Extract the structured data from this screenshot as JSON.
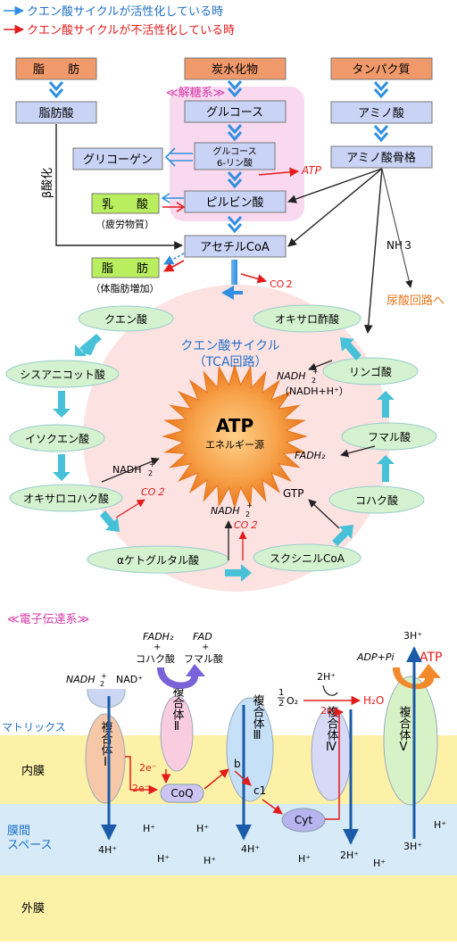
{
  "legend": {
    "active": "クエン酸サイクルが活性化している時",
    "inactive": "クエン酸サイクルが不活性化している時"
  },
  "colors": {
    "source_box": "#f0996a",
    "pathway_box": "#c9d3f5",
    "green_box": "#b9ef5e",
    "cycle_node": "#d4f2cf",
    "glycolysis_bg": "#f9d9ef",
    "cycle_bg": "#fde2e2",
    "active_arrow": "#2f8fe0",
    "inactive_arrow": "#e31b1b",
    "inner_membrane": "#fdf1a8",
    "intermembrane": "#d6ebf7",
    "outer_membrane": "#fdf1a8"
  },
  "metabolism": {
    "fat": "脂　　肪",
    "carb": "炭水化物",
    "protein": "タンパク質",
    "fatty_acid": "脂肪酸",
    "glycolysis_label": "≪解糖系≫",
    "glucose": "グルコース",
    "g6p_line1": "グルコース",
    "g6p_line2": "6-リン酸",
    "glycogen": "グリコーゲン",
    "atp": "ATP",
    "pyruvate": "ピルビン酸",
    "lactate": "乳　　酸",
    "lactate_note": "（疲労物質）",
    "acetyl": "アセチルCoA",
    "fat2": "脂　　肪",
    "fat2_note": "（体脂肪増加）",
    "amino_acid": "アミノ酸",
    "amino_skeleton": "アミノ酸骨格",
    "beta_oxidation": "β酸化",
    "nh3": "NH３",
    "urea": "尿酸回路へ",
    "co2": "CO２"
  },
  "tca": {
    "title1": "クエン酸サイクル",
    "title2": "（TCA回路）",
    "center_main": "ATP",
    "center_sub": "エネルギー源",
    "nodes": {
      "citrate": "クエン酸",
      "cis_aconitate": "シスアニコット酸",
      "isocitrate": "イソクエン酸",
      "oxalosuccinate": "オキサロコハク酸",
      "ketoglutarate": "αケトグルタル酸",
      "succinyl": "スクシニルCoA",
      "succinate": "コハク酸",
      "fumarate": "フマル酸",
      "malate": "リンゴ酸",
      "oxaloacetate": "オキサロ酢酸"
    },
    "nadh": "NADH",
    "nadh_note": "（NADH+H⁺）",
    "fadh2": "FADH₂",
    "gtp": "GTP",
    "co2": "CO２"
  },
  "etc": {
    "title": "≪電子伝達系≫",
    "fadh2": "FADH₂",
    "fad": "FAD",
    "succinate": "コハク酸",
    "fumarate": "フマル酸",
    "nadh": "NADH",
    "nad": "NAD⁺",
    "half_o2": "O₂",
    "h2o": "H₂O",
    "h2": "2H⁺",
    "adp": "ADP+Pi",
    "atp": "ATP",
    "h3_top": "3H⁺",
    "e": "2e⁻",
    "matrix": "マトリックス",
    "inner": "内膜",
    "inter1": "膜間",
    "inter2": "スペース",
    "outer": "外膜",
    "complex1": "複合体Ⅰ",
    "complex2": "複合体Ⅱ",
    "complex3": "複合体Ⅲ",
    "complex4": "複合体Ⅳ",
    "complex5": "複合体Ⅴ",
    "coq": "CoQ",
    "cyt": "Cyt",
    "b": "b",
    "c1": "c1",
    "h4": "4H⁺",
    "h2b": "2H⁺",
    "h3b": "3H⁺",
    "hplus": "H⁺"
  }
}
